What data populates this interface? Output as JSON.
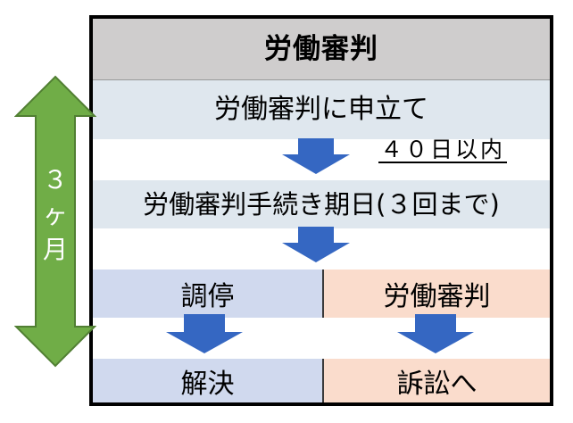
{
  "title": "労働審判",
  "step1": "労働審判に申立て",
  "note": "４０日以内",
  "step2": "労働審判手続き期日(３回まで)",
  "branch_left": {
    "top": "調停",
    "bottom": "解決"
  },
  "branch_right": {
    "top": "労働審判",
    "bottom": "訴訟へ"
  },
  "duration": {
    "number": "３",
    "counter": "ヶ",
    "unit": "月"
  },
  "colors": {
    "arrow": "#3567c2",
    "side_arrow": "#70ad47",
    "title_bg": "#cfcdcd",
    "step_bg": "#dfe7ee",
    "left_bg": "#d0d9ee",
    "right_bg": "#fadccc"
  }
}
